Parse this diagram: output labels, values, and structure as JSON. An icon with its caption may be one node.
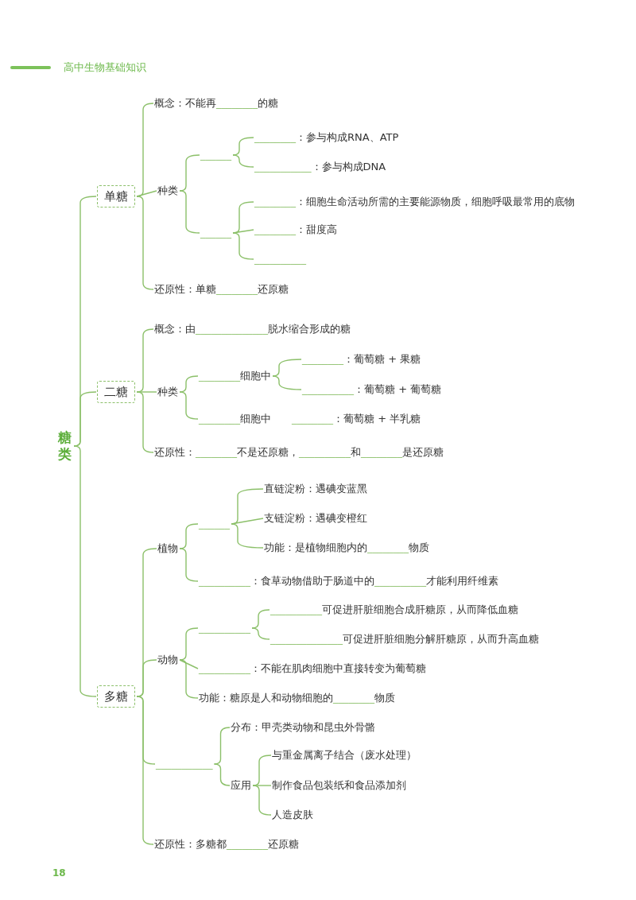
{
  "diagram": {
    "nodes": [
      {
        "text": [
          "糖类"
        ]
      },
      {
        "text": [
          "单糖"
        ]
      },
      {
        "text": [
          "概念：不能再________的糖"
        ]
      },
      {
        "text": [
          "种类"
        ]
      },
      {
        "text": [
          "______"
        ]
      },
      {
        "text": [
          "________：参与构成RNA、ATP"
        ]
      },
      {
        "text": [
          "___________：参与构成DNA"
        ]
      },
      {
        "text": [
          "______"
        ]
      },
      {
        "text": [
          "________：细胞生命活动所需的主要能源物质，细胞呼吸最常用的底物"
        ]
      },
      {
        "text": [
          "________：甜度高"
        ]
      },
      {
        "text": [
          "__________"
        ]
      },
      {
        "text": [
          "还原性：单糖________还原糖"
        ]
      },
      {
        "text": [
          "二糖"
        ]
      },
      {
        "text": [
          "概念：由______________脱水缩合形成的糖"
        ]
      },
      {
        "text": [
          "种类"
        ]
      },
      {
        "text": [
          "________细胞中"
        ]
      },
      {
        "text": [
          "________：葡萄糖 + 果糖"
        ]
      },
      {
        "text": [
          "__________：葡萄糖 + 葡萄糖"
        ]
      },
      {
        "text": [
          "________细胞中　　________：葡萄糖 + 半乳糖"
        ]
      },
      {
        "text": [
          "还原性：________不是还原糖，__________和________是还原糖"
        ]
      },
      {
        "text": [
          "多糖"
        ]
      },
      {
        "text": [
          "植物"
        ]
      },
      {
        "text": [
          "______"
        ]
      },
      {
        "text": [
          "直链淀粉：遇碘变蓝黑"
        ]
      },
      {
        "text": [
          "支链淀粉：遇碘变橙红"
        ]
      },
      {
        "text": [
          "功能：是植物细胞内的________物质"
        ]
      },
      {
        "text": [
          "__________：食草动物借助于肠道中的__________才能利用纤维素"
        ]
      },
      {
        "text": [
          "动物"
        ]
      },
      {
        "text": [
          "__________"
        ]
      },
      {
        "text": [
          "__________可促进肝脏细胞合成肝糖原，从而降低血糖"
        ]
      },
      {
        "text": [
          "______________可促进肝脏细胞分解肝糖原，从而升高血糖"
        ]
      },
      {
        "text": [
          "__________：不能在肌肉细胞中直接转变为葡萄糖"
        ]
      },
      {
        "text": [
          "功能：糖原是人和动物细胞的________物质"
        ]
      },
      {
        "text": [
          "___________"
        ]
      },
      {
        "text": [
          "分布：甲壳类动物和昆虫外骨骼"
        ]
      },
      {
        "text": [
          "应用"
        ]
      },
      {
        "text": [
          "与重金属离子结合（废水处理）"
        ]
      },
      {
        "text": [
          "制作食品包装纸和食品添加剂"
        ]
      },
      {
        "text": [
          "人造皮肤"
        ]
      },
      {
        "text": [
          "还原性：多糖都________还原糖"
        ]
      }
    ],
    "edges": [
      {
        "from": 0,
        "to": 1,
        "arrow": "none"
      },
      {
        "from": 0,
        "to": 12,
        "arrow": "none"
      },
      {
        "from": 0,
        "to": 20,
        "arrow": "none"
      },
      {
        "from": 1,
        "to": 2,
        "arrow": "none"
      },
      {
        "from": 1,
        "to": 3,
        "arrow": "none"
      },
      {
        "from": 1,
        "to": 11,
        "arrow": "none"
      },
      {
        "from": 3,
        "to": 4,
        "arrow": "none"
      },
      {
        "from": 3,
        "to": 7,
        "arrow": "none"
      },
      {
        "from": 4,
        "to": 5,
        "arrow": "none"
      },
      {
        "from": 4,
        "to": 6,
        "arrow": "none"
      },
      {
        "from": 7,
        "to": 8,
        "arrow": "none"
      },
      {
        "from": 7,
        "to": 9,
        "arrow": "none"
      },
      {
        "from": 7,
        "to": 10,
        "arrow": "none"
      },
      {
        "from": 12,
        "to": 13,
        "arrow": "none"
      },
      {
        "from": 12,
        "to": 14,
        "arrow": "none"
      },
      {
        "from": 12,
        "to": 19,
        "arrow": "none"
      },
      {
        "from": 14,
        "to": 15,
        "arrow": "none"
      },
      {
        "from": 14,
        "to": 18,
        "arrow": "none"
      },
      {
        "from": 15,
        "to": 16,
        "arrow": "none"
      },
      {
        "from": 15,
        "to": 17,
        "arrow": "none"
      },
      {
        "from": 20,
        "to": 21,
        "arrow": "none"
      },
      {
        "from": 20,
        "to": 27,
        "arrow": "none"
      },
      {
        "from": 20,
        "to": 33,
        "arrow": "none"
      },
      {
        "from": 20,
        "to": 39,
        "arrow": "none"
      },
      {
        "from": 21,
        "to": 22,
        "arrow": "none"
      },
      {
        "from": 21,
        "to": 26,
        "arrow": "none"
      },
      {
        "from": 22,
        "to": 23,
        "arrow": "none"
      },
      {
        "from": 22,
        "to": 24,
        "arrow": "none"
      },
      {
        "from": 22,
        "to": 25,
        "arrow": "none"
      },
      {
        "from": 27,
        "to": 28,
        "arrow": "none"
      },
      {
        "from": 27,
        "to": 31,
        "arrow": "none"
      },
      {
        "from": 27,
        "to": 32,
        "arrow": "none"
      },
      {
        "from": 28,
        "to": 29,
        "arrow": "none"
      },
      {
        "from": 28,
        "to": 30,
        "arrow": "none"
      },
      {
        "from": 33,
        "to": 34,
        "arrow": "none"
      },
      {
        "from": 33,
        "to": 35,
        "arrow": "none"
      },
      {
        "from": 35,
        "to": 36,
        "arrow": "none"
      },
      {
        "from": 35,
        "to": 37,
        "arrow": "none"
      },
      {
        "from": 35,
        "to": 38,
        "arrow": "none"
      }
    ],
    "labels": [
      "高中生物基础知识",
      "18"
    ]
  }
}
